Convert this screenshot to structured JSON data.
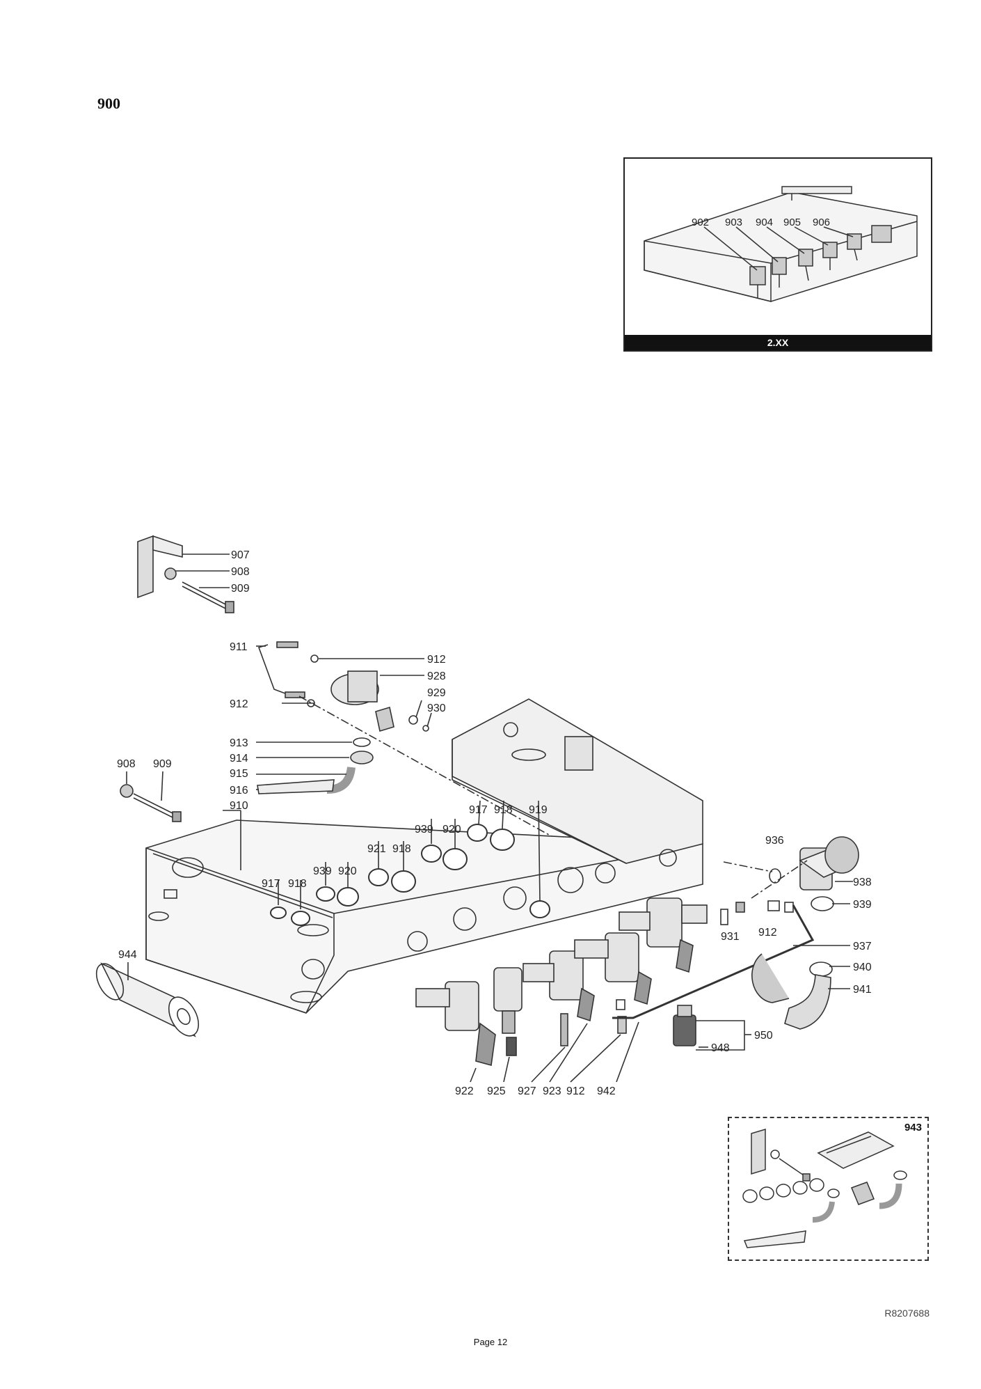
{
  "section_title": "900",
  "overview": {
    "caption": "2.XX",
    "labels": [
      "902",
      "903",
      "904",
      "905",
      "906"
    ]
  },
  "labels": {
    "l907": "907",
    "l908a": "908",
    "l909a": "909",
    "l911": "911",
    "l912a": "912",
    "l928": "928",
    "l912b": "912",
    "l929": "929",
    "l930": "930",
    "l913": "913",
    "l914": "914",
    "l915": "915",
    "l916": "916",
    "l910": "910",
    "l908b": "908",
    "l909b": "909",
    "l917a": "917",
    "l918a": "918",
    "l919": "919",
    "l939a": "939",
    "l920a": "920",
    "l921": "921",
    "l918b": "918",
    "l939b": "939",
    "l920b": "920",
    "l917b": "917",
    "l918c": "918",
    "l936": "936",
    "l938": "938",
    "l939c": "939",
    "l931": "931",
    "l912c": "912",
    "l937": "937",
    "l940": "940",
    "l941": "941",
    "l944": "944",
    "l950": "950",
    "l948": "948",
    "l922": "922",
    "l925": "925",
    "l927": "927",
    "l923": "923",
    "l912d": "912",
    "l942": "942"
  },
  "kit": {
    "label": "943"
  },
  "reference_code": "R8207688",
  "page_number": "Page 12"
}
